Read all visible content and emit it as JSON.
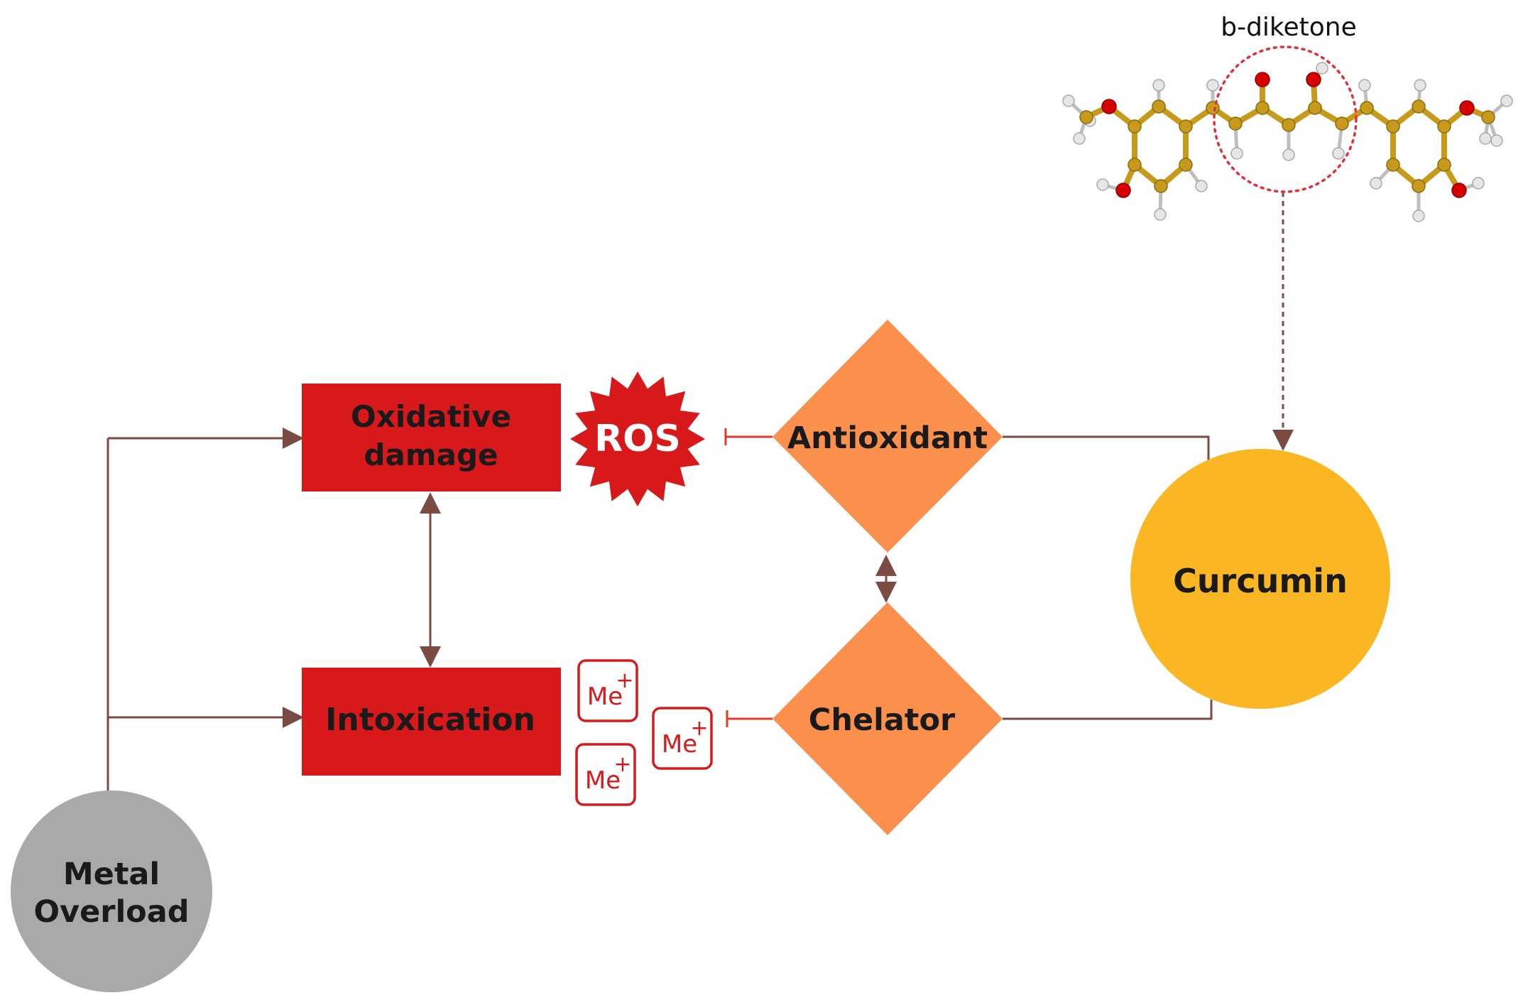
{
  "nodes": {
    "oxidative_damage": {
      "line1": "Oxidative",
      "line2": "damage"
    },
    "intoxication": {
      "label": "Intoxication"
    },
    "ros": {
      "label": "ROS"
    },
    "antioxidant": {
      "label": "Antioxidant"
    },
    "chelator": {
      "label": "Chelator"
    },
    "curcumin": {
      "label": "Curcumin"
    },
    "metal_overload": {
      "line1": "Metal",
      "line2": "Overload"
    },
    "metal_ion": {
      "base": "Me",
      "charge": "+"
    }
  },
  "molecule": {
    "annotation": "b-diketone"
  },
  "colors": {
    "red_box": "#d7191b",
    "orange_diamond": "#fb8f4c",
    "curcumin": "#fbb623",
    "metal_overload": "#a9a9a9",
    "arrow": "#7b4a42",
    "inhibit": "#e23a2d",
    "carbon": "#c79a1b",
    "oxygen": "#d60000",
    "hydrogen": "#e6e6e6"
  }
}
